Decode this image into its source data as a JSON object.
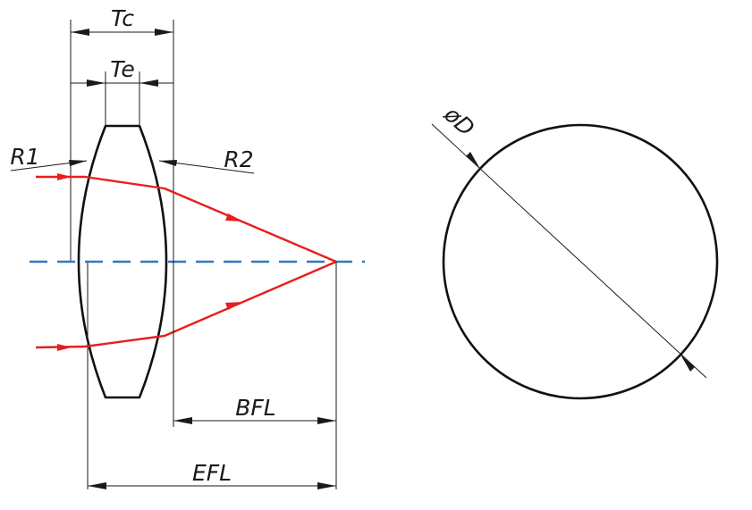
{
  "labels": {
    "center_thickness": "Tc",
    "edge_thickness": "Te",
    "radius_front": "R1",
    "radius_back": "R2",
    "back_focal_length": "BFL",
    "effective_focal_length": "EFL",
    "diameter": "øD"
  },
  "colors": {
    "ray": "#e81e1e",
    "optical_axis": "#2f78c4",
    "lines": "#1a1a1a",
    "background": "#ffffff"
  }
}
